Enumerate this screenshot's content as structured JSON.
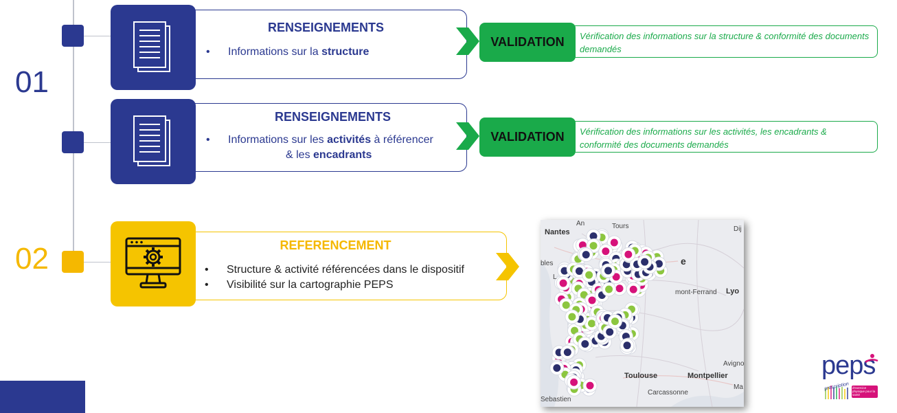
{
  "steps": [
    {
      "number": "01"
    },
    {
      "number": "02"
    }
  ],
  "cards": {
    "renseignements_1": {
      "title": "RENSEIGNEMENTS",
      "bullet_pre": "Informations sur la ",
      "bullet_bold": "structure"
    },
    "renseignements_2": {
      "title": "RENSEIGNEMENTS",
      "bullet_pre": "Informations sur les ",
      "bullet_bold1": "activités",
      "bullet_mid": " à référencer",
      "bullet_line2_pre": "& les ",
      "bullet_bold2": "encadrants"
    },
    "referencement": {
      "title": "REFERENCEMENT",
      "bullets": [
        "Structure & activité référencées dans le dispositif",
        "Visibilité sur la cartographie PEPS"
      ]
    }
  },
  "validations": [
    {
      "label": "VALIDATION",
      "description": "Vérification des informations sur la structure & conformité des documents demandés"
    },
    {
      "label": "VALIDATION",
      "description": "Vérification des informations sur les activités, les encadrants & conformité des documents demandés"
    }
  ],
  "map": {
    "cities": {
      "nantes": "Nantes",
      "tours": "Tours",
      "dijon": "Dij",
      "an": "An",
      "bles": "bles",
      "clermont": "mont-Ferrand",
      "lyon": "Lyo",
      "avignon": "Avigno",
      "toulouse": "Toulouse",
      "montpellier": "Montpellier",
      "ma": "Ma",
      "carcassonne": "Carcassonne",
      "sebastien": "Sebastien",
      "e": "e",
      "l": "L"
    },
    "colors": {
      "navy": "#2b2f6b",
      "green": "#8cc63f",
      "pink": "#d6127a"
    }
  },
  "logo": {
    "brand": "peps",
    "tagline1": "prescription",
    "tagline2": "d'exercice physique pour la santé"
  },
  "colors": {
    "primary": "#2b3990",
    "accent": "#f5c400",
    "validation": "#1aaa4a"
  }
}
